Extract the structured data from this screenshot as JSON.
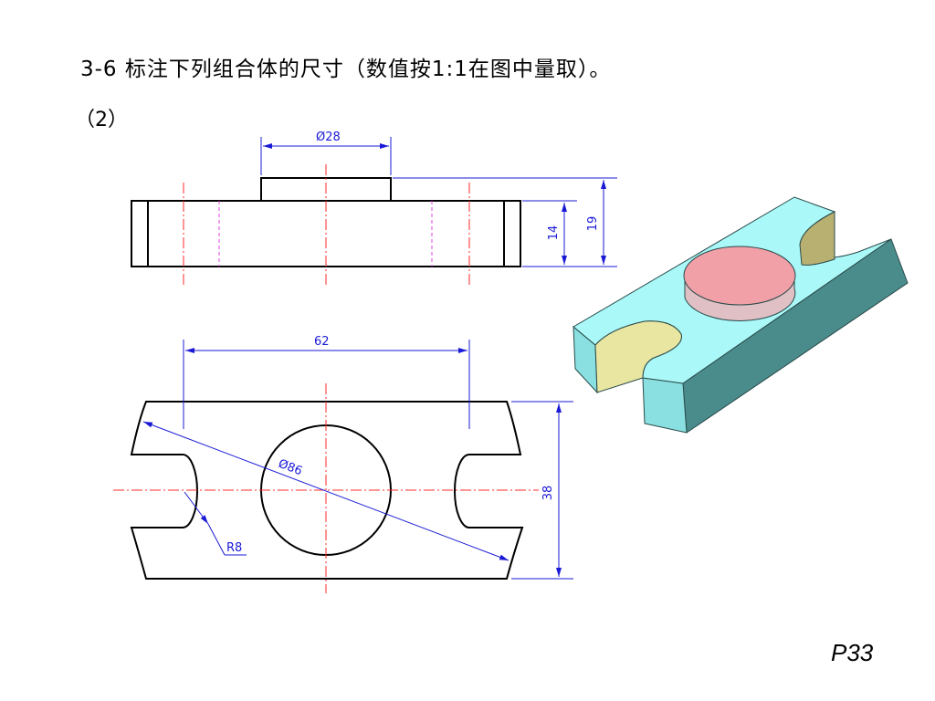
{
  "header": {
    "title": "3-6 标注下列组合体的尺寸（数值按1:1在图中量取）。",
    "subtitle": "（2）"
  },
  "dimensions": {
    "top_diameter": "Ø28",
    "height_14": "14",
    "height_19": "19",
    "width_62": "62",
    "diagonal": "Ø86",
    "radius": "R8",
    "height_38": "38"
  },
  "colors": {
    "outline": "#000000",
    "centerline": "#ff2a2a",
    "hidden_line": "#e040e0",
    "dimension": "#1a1ad6",
    "iso_top": "#aaf8f8",
    "iso_front": "#8ae0e0",
    "iso_side": "#4a8c8c",
    "iso_slot": "#e8e6a0",
    "iso_cylinder_top": "#f2a0a8",
    "iso_cylinder_side": "#e0c0c4"
  },
  "footer": {
    "page": "P33"
  }
}
